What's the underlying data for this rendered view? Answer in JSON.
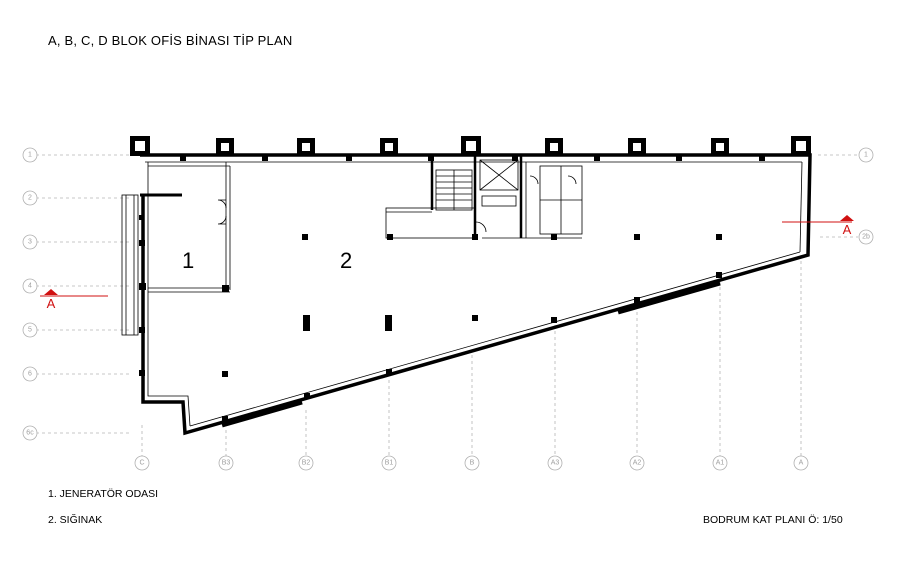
{
  "title": "A, B, C, D BLOK OFİS BİNASI TİP PLAN",
  "legend": [
    "1. JENERATÖR ODASI",
    "2. SIĞINAK"
  ],
  "scale_label": "BODRUM KAT PLANI  Ö: 1/50",
  "rooms": [
    {
      "number": "1"
    },
    {
      "number": "2"
    }
  ],
  "section_marks": {
    "left": "A",
    "right": "A"
  },
  "axes_left": [
    "1",
    "2",
    "3",
    "4",
    "5",
    "6",
    "6c"
  ],
  "axes_right": [
    "1",
    "2b"
  ],
  "axes_bottom": [
    "C",
    "B3",
    "B2",
    "B1",
    "B",
    "A3",
    "A2",
    "A1",
    "A"
  ],
  "colors": {
    "section": "#d01010",
    "grid": "#b5b5b5",
    "wall": "#000000"
  }
}
